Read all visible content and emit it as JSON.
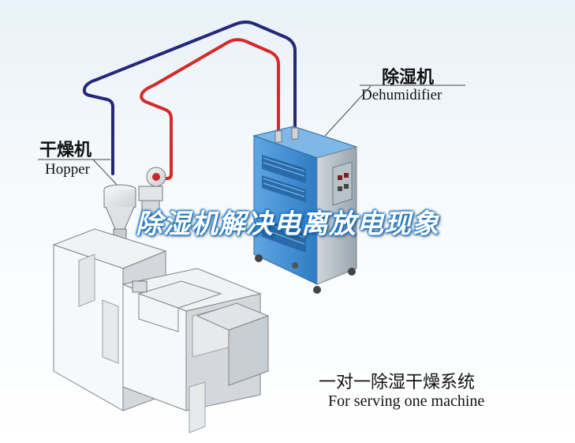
{
  "labels": {
    "dehumidifier_cn": "除湿机",
    "dehumidifier_en": "Dehumidifier",
    "hopper_cn": "干燥机",
    "hopper_en": "Hopper",
    "system_cn": "一对一除湿干燥系统",
    "system_en": "For serving one machine"
  },
  "overlay": {
    "title": "除湿机解决电离放电现象"
  },
  "colors": {
    "supply_pipe": "#d42a2a",
    "return_pipe": "#25287a",
    "dehumidifier_body": "#3f8ed2",
    "machine_body": "#e8eaec",
    "title_glow": "#1a76c7"
  }
}
